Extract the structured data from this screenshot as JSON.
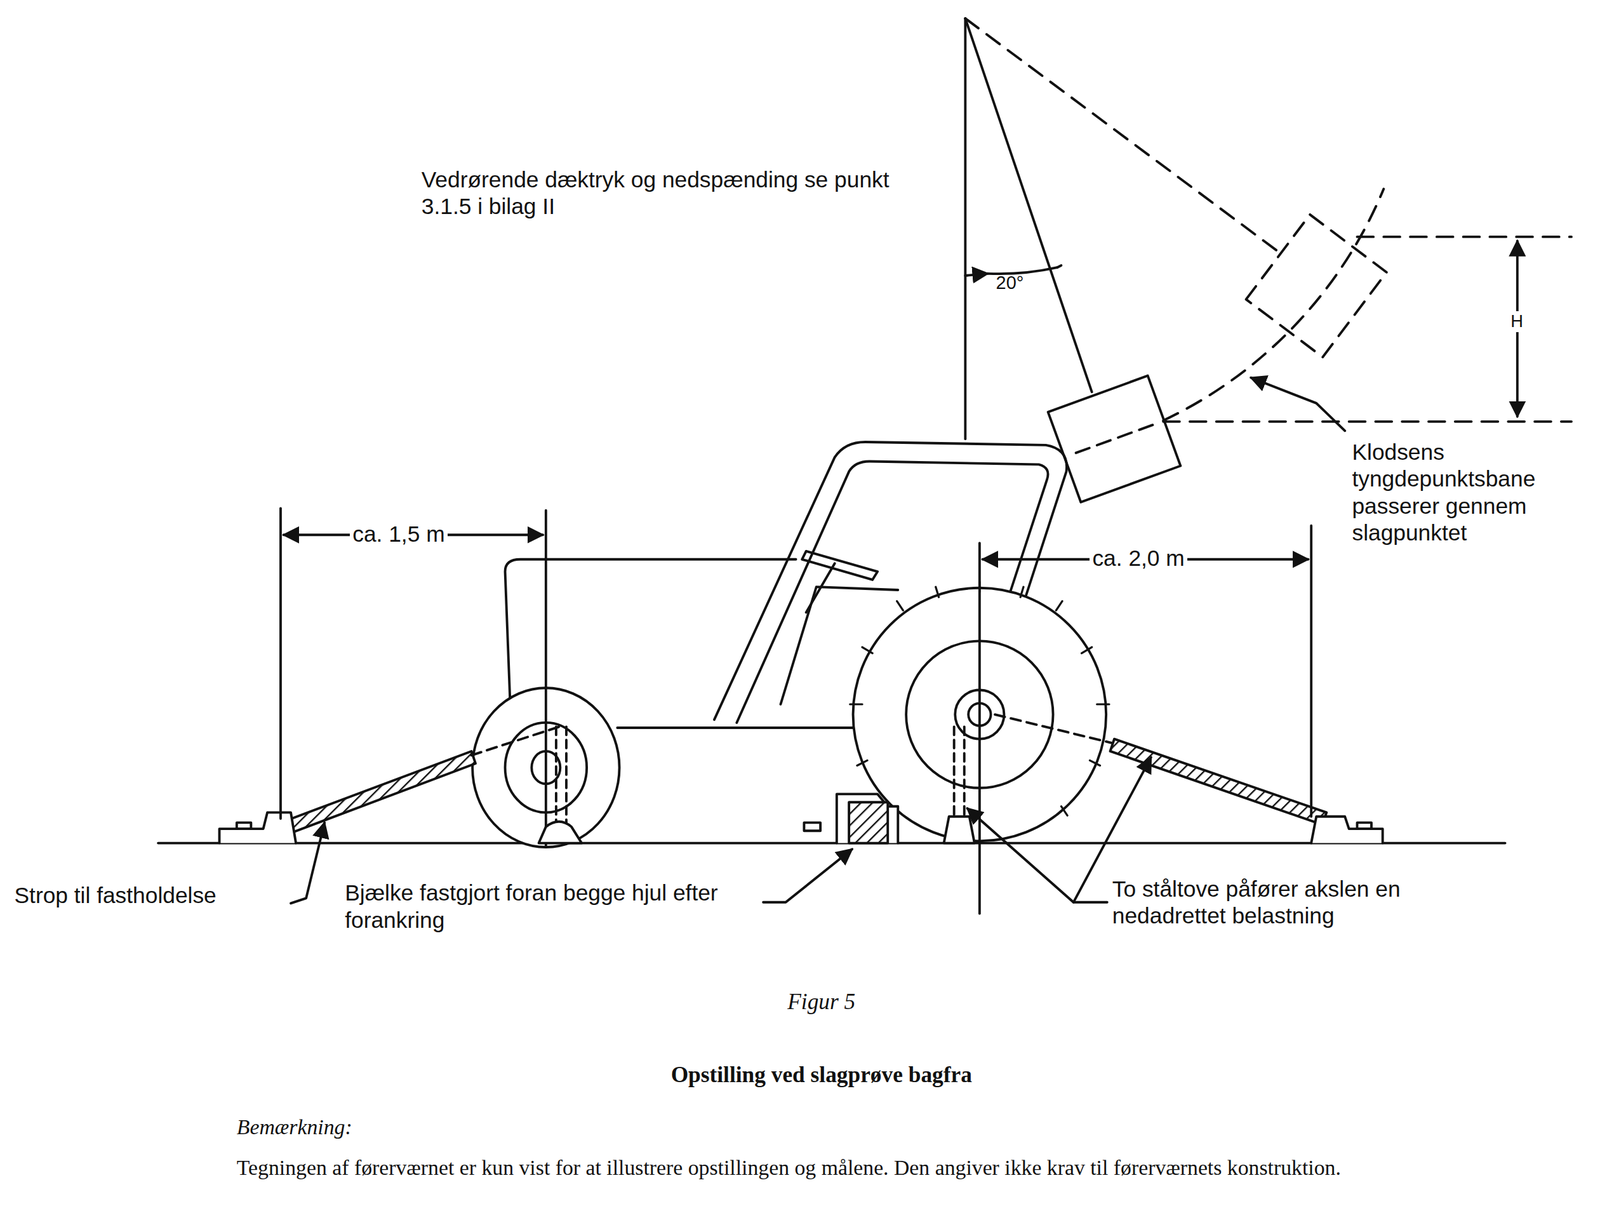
{
  "diagram": {
    "title": "Opstilling ved slagprøve bagfra",
    "caption": "Figur 5",
    "labels": [
      "Vedrørende dæktryk og nedspænding se punkt 3.1.5 i bilag II",
      "20°",
      "H",
      "Klodsens tyngdepunktsbane passerer gennem slagpunktet",
      "ca. 1,5 m",
      "ca. 2,0 m",
      "Strop til fastholdelse",
      "Bjælke fastgjort foran begge hjul efter forankring",
      "To ståltove påfører akslen en nedadrettet belastning",
      "Bemærkning:",
      "Tegningen af førerværnet er kun vist for at illustrere opstillingen og målene. Den angiver ikke krav til førerværnets konstruktion."
    ]
  }
}
